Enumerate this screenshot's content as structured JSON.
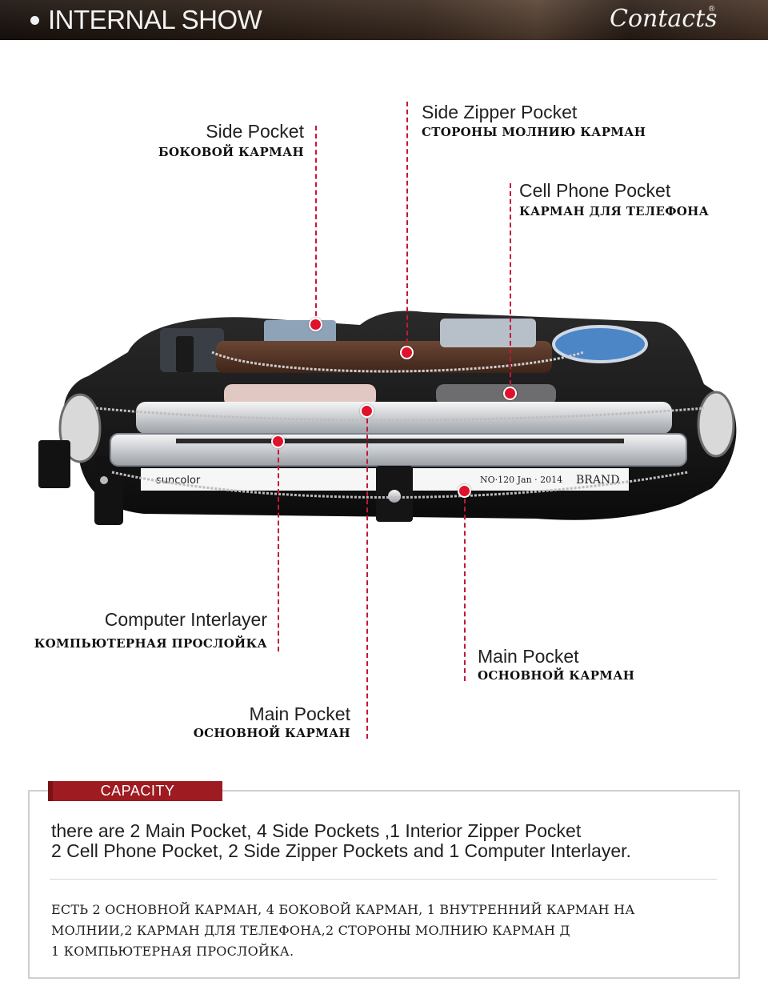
{
  "header": {
    "title": "INTERNAL SHOW",
    "brand": "Contacts",
    "registered_mark": "®"
  },
  "labels": {
    "side_pocket": {
      "en": "Side Pocket",
      "ru": "БОКОВОЙ КАРМАН"
    },
    "side_zipper_pocket": {
      "en": "Side Zipper Pocket",
      "ru": "СТОРОНЫ МОЛНИЮ КАРМАН"
    },
    "cell_phone_pocket": {
      "en": "Cell Phone Pocket",
      "ru": "КАРМАН ДЛЯ ТЕЛЕФОНА"
    },
    "computer_interlayer": {
      "en": "Computer Interlayer",
      "ru": "КОМПЬЮТЕРНАЯ ПРОСЛОЙКА"
    },
    "main_pocket_right": {
      "en": "Main Pocket",
      "ru": "ОСНОВНОЙ КАРМАН"
    },
    "main_pocket_center": {
      "en": "Main Pocket",
      "ru": "ОСНОВНОЙ КАРМАН"
    }
  },
  "bag": {
    "magazine_left": "suncolor",
    "magazine_mid": "NO·120  Jan · 2014",
    "magazine_right": "BRAND"
  },
  "capacity": {
    "tab": "CAPACITY",
    "en_line1": "there are 2 Main Pocket, 4 Side Pockets ,1 Interior Zipper Pocket",
    "en_line2": "2 Cell Phone Pocket, 2 Side Zipper Pockets and 1 Computer Interlayer.",
    "ru_line1": "ЕСТЬ 2 ОСНОВНОЙ КАРМАН, 4 БОКОВОЙ КАРМАН, 1 ВНУТРЕННИЙ КАРМАН НА",
    "ru_line2": "МОЛНИИ,2 КАРМАН ДЛЯ ТЕЛЕФОНА,2 СТОРОНЫ МОЛНИЮ КАРМАН Д",
    "ru_line3": "1 КОМПЬЮТЕРНАЯ ПРОСЛОЙКА."
  },
  "colors": {
    "accent_red": "#e0112b",
    "dash_red": "#c4163a",
    "tab_red": "#9e1b22"
  }
}
